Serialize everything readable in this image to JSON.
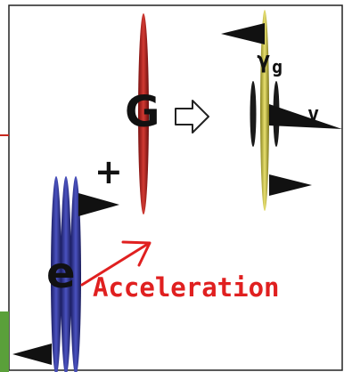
{
  "labels": {
    "G": "G",
    "plus": "+",
    "e": "e",
    "acceleration": "Acceleration",
    "gamma": "γ",
    "gamma_sub": "g",
    "v": "v"
  },
  "colors": {
    "background": "#ffffff",
    "frame_border": "#222222",
    "red_line": "#c8281e",
    "red_ellipse": "#b02020",
    "blue_ellipse": "#2a2f8c",
    "yellow_ellipse": "#c8c24a",
    "dark_ellipse": "#1a1a1a",
    "acceleration_text": "#e02020",
    "green_patch": "#5aa03a"
  },
  "icons": {
    "implies": "hollow-right-arrow-icon"
  }
}
